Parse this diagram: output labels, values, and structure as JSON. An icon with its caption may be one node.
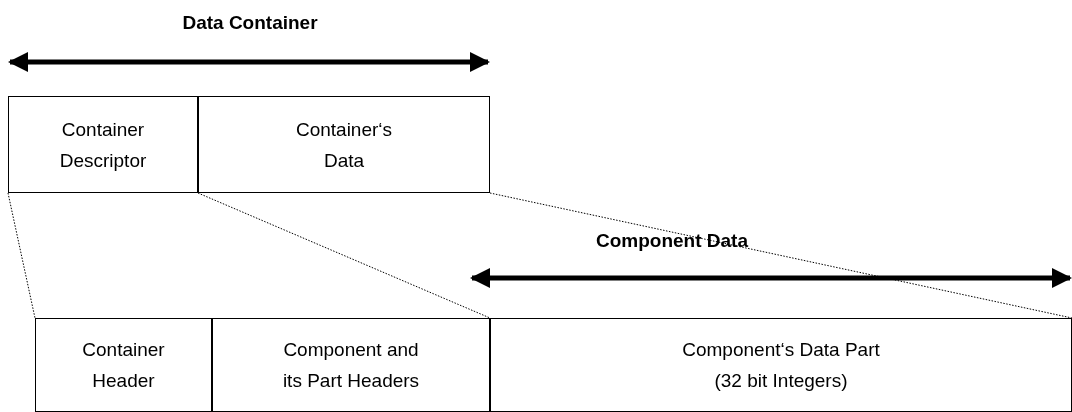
{
  "diagram": {
    "nodes": [
      {
        "text": [
          "Container Descriptor"
        ]
      },
      {
        "text": [
          "Container‘s Data"
        ]
      },
      {
        "text": [
          "Container Header"
        ]
      },
      {
        "text": [
          "Component and its Part Headers"
        ]
      },
      {
        "text": [
          "Component‘s Data Part (32 bit Integers)"
        ]
      }
    ],
    "edges": [
      {
        "from": 0,
        "to": 2,
        "arrow": "none",
        "style": "dashed"
      },
      {
        "from": 0,
        "to": 3,
        "arrow": "none",
        "style": "dashed"
      },
      {
        "from": 1,
        "to": 4,
        "arrow": "none",
        "style": "dashed"
      }
    ],
    "labels": [
      "Data Container",
      "Component Data"
    ]
  }
}
